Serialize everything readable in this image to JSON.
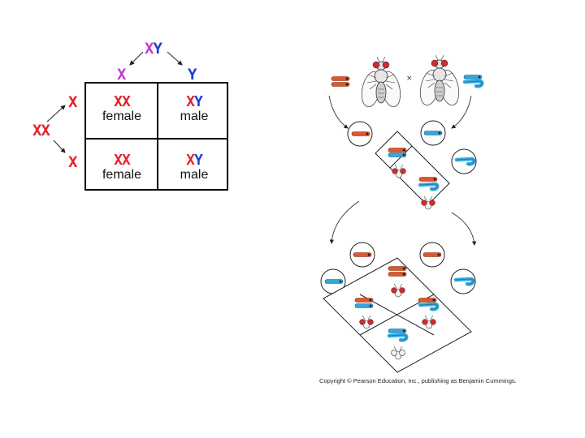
{
  "punnett": {
    "top_parent": {
      "x": "X",
      "y": "Y"
    },
    "left_parent": "XX",
    "col_headers": [
      {
        "text": "X",
        "color": "#c23ad6"
      },
      {
        "text": "Y",
        "color": "#1e3fd2"
      }
    ],
    "row_headers": [
      "X",
      "X"
    ],
    "cells": [
      {
        "chr1": "X",
        "chr2": "X",
        "sex": "female"
      },
      {
        "chr1": "X",
        "chr2": "Y",
        "sex": "male"
      },
      {
        "chr1": "X",
        "chr2": "X",
        "sex": "female"
      },
      {
        "chr1": "X",
        "chr2": "Y",
        "sex": "male"
      }
    ]
  },
  "cross_symbol": "×",
  "copyright": "Copyright © Pearson Education, Inc., publishing as Benjamin Cummings.",
  "colors": {
    "x_red": "#e8202a",
    "x_magenta": "#c23ad6",
    "y_blue": "#1e3fd2",
    "chrom_orange": "#e2552c",
    "chrom_blue": "#35a7dc",
    "eye_red": "#d22b2b"
  }
}
